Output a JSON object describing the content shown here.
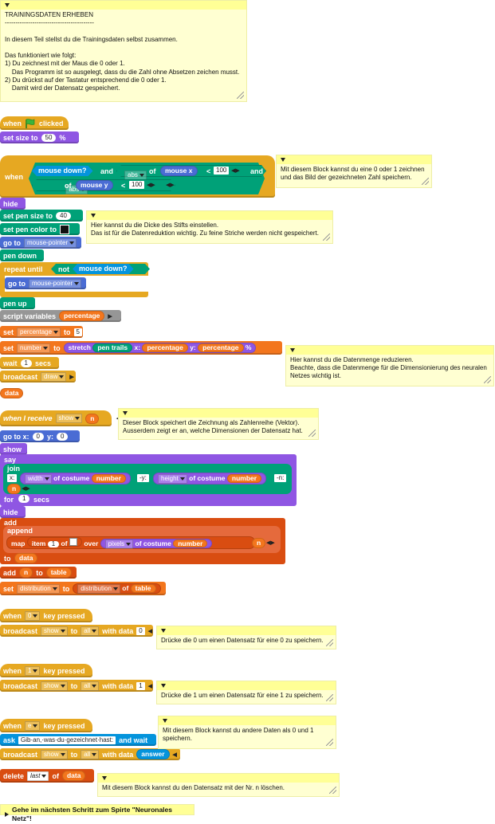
{
  "intro_comment": "TRAININGSDATEN ERHEBEN\n------------------------------------------\n\nIn diesem Teil stellst du die Trainingsdaten selbst zusammen.\n\nDas funktioniert wie folgt:\n1) Du zeichnest mit der Maus die 0 oder 1.\n    Das Programm ist so ausgelegt, dass du die Zahl ohne Absetzen zeichen musst.\n2) Du drückst auf der Tastatur entsprechend die 0 oder 1.\n    Damit wird der Datensatz gespeichert.",
  "script1": {
    "when": "when",
    "clicked": "clicked",
    "set_size": "set size to",
    "size_val": "50",
    "percent": "%",
    "when_label": "when",
    "mouse_down": "mouse down?",
    "and": "and",
    "abs": "abs",
    "of": "of",
    "mouse_x": "mouse x",
    "lt": "<",
    "limit": "100",
    "mouse_y": "mouse y",
    "hide": "hide",
    "pen_size": "set pen size to",
    "pen_size_val": "40",
    "pen_color": "set pen color to",
    "pen_color_hex": "#111111",
    "go_to": "go to",
    "mouse_pointer": "mouse-pointer",
    "pen_down": "pen down",
    "repeat_until": "repeat until",
    "not": "not",
    "pen_up": "pen up",
    "script_variables": "script variables",
    "percentage": "percentage",
    "set": "set",
    "to": "to",
    "pct_val": "5",
    "number": "number",
    "stretch": "stretch",
    "pen_trails": "pen trails",
    "x_label": "x:",
    "y_label": "y:",
    "wait": "wait",
    "wait_val": "1",
    "secs": "secs",
    "broadcast": "broadcast",
    "draw": "draw",
    "data": "data"
  },
  "comment_draw": "Mit diesem Block kannst du eine 0 oder 1 zeichnen und das Bild der gezeichneten Zahl speichern.",
  "comment_pen": "Hier kannst du die Dicke des Stifts einstellen.\nDas ist für die Datenreduktion wichtig. Zu feine Striche werden nicht gespeichert.",
  "comment_reduce": "Hier kannst du die Datenmenge reduzieren.\nBeachte, dass die Datenmenge für die Dimensionierung des neuralen Netzes wichtig ist.",
  "script2": {
    "when_i_receive": "when I receive",
    "show": "show",
    "n": "n",
    "go_to_xy": "go to x:",
    "x_val": "0",
    "y_lbl": "y:",
    "y_val": "0",
    "show_label": "show",
    "say": "say",
    "join": "join",
    "x_str": "x:",
    "width": "width",
    "of_costume": "of costume",
    "number": "number",
    "y_str": "-y:",
    "height": "height",
    "n_str": "-n:",
    "for": "for",
    "for_val": "1",
    "secs": "secs",
    "hide": "hide",
    "add": "add",
    "append": "append",
    "map": "map",
    "item": "item",
    "item_val": "1",
    "of": "of",
    "over": "over",
    "pixels": "pixels",
    "to": "to",
    "data": "data",
    "add2": "add",
    "to2": "to",
    "table": "table",
    "set": "set",
    "distribution": "distribution",
    "distribution2": "distribution",
    "of2": "of"
  },
  "comment_receive": "Dieser Block speichert die Zeichnung als Zahlenreihe (Vektor).\nAusserdem zeigt er an, welche Dimensionen der Datensatz hat.",
  "key0": {
    "when": "when",
    "key": "0",
    "pressed": "key pressed",
    "broadcast": "broadcast",
    "msg": "show",
    "to": "to",
    "all": "all",
    "with_data": "with data",
    "data_val": "0"
  },
  "comment_key0": "Drücke die 0 um einen Datensatz für eine 0 zu speichern.",
  "key1": {
    "when": "when",
    "key": "1",
    "pressed": "key pressed",
    "broadcast": "broadcast",
    "msg": "show",
    "to": "to",
    "all": "all",
    "with_data": "with data",
    "data_val": "1"
  },
  "comment_key1": "Drücke die 1 um einen Datensatz für eine 1 zu speichern.",
  "keye": {
    "when": "when",
    "key": "e",
    "pressed": "key pressed",
    "ask": "ask",
    "question": "Gib·an,·was·du·gezeichnet·hast:",
    "and_wait": "and wait",
    "broadcast": "broadcast",
    "msg": "show",
    "to": "to",
    "all": "all",
    "with_data": "with data",
    "answer": "answer"
  },
  "comment_keye": "Mit diesem Block kannst du andere Daten als 0 und 1 speichern.",
  "delete_block": {
    "delete": "delete",
    "last": "last",
    "of": "of",
    "data": "data"
  },
  "comment_delete": "Mit diesem Block kannst du den Datensatz mit der Nr. n löschen.",
  "footer_comment": "Gehe im nächsten Schritt zum Spirte \"Neuronales Netz\"!"
}
